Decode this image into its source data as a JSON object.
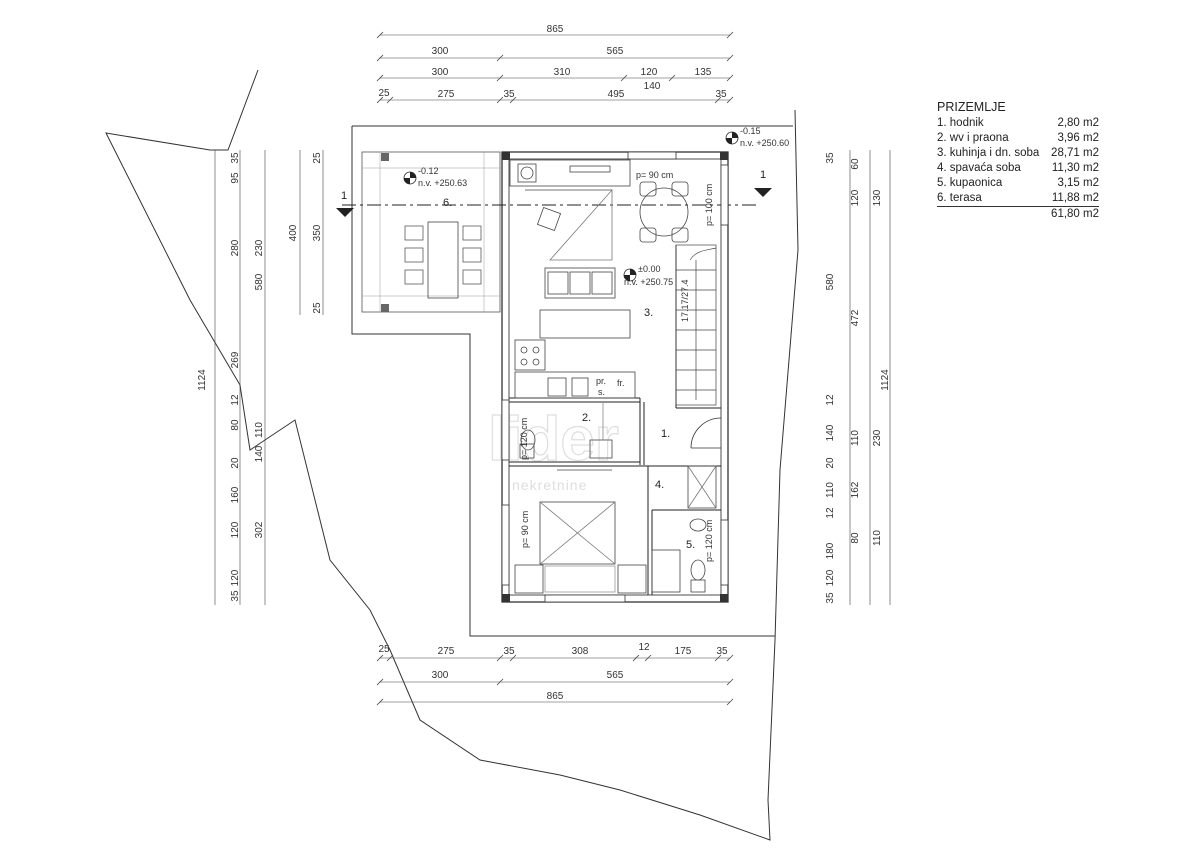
{
  "legend": {
    "title": "PRIZEMLJE",
    "rooms": [
      {
        "name": "1. hodnik",
        "area": "2,80 m2"
      },
      {
        "name": "2. wv i praona",
        "area": "3,96 m2"
      },
      {
        "name": "3. kuhinja i dn. soba",
        "area": "28,71 m2"
      },
      {
        "name": "4. spavaća soba",
        "area": "11,30 m2"
      },
      {
        "name": "5. kupaonica",
        "area": "3,15 m2"
      },
      {
        "name": "6. terasa",
        "area": "11,88 m2"
      }
    ],
    "total": "61,80 m2"
  },
  "top_dims": {
    "row1": [
      "865"
    ],
    "row2": [
      "300",
      "565"
    ],
    "row3": [
      "300",
      "310",
      "120",
      "135"
    ],
    "row3b": [
      "140"
    ],
    "row4": [
      "25",
      "275",
      "35",
      "495",
      "35"
    ]
  },
  "bottom_dims": {
    "row1": [
      "25",
      "275",
      "35",
      "308",
      "12",
      "175",
      "35"
    ],
    "row2": [
      "300",
      "565"
    ],
    "row3": [
      "865"
    ]
  },
  "left_dims": {
    "outer": [
      "1124"
    ],
    "a": [
      "35",
      "95",
      "280",
      "269",
      "12",
      "80",
      "20",
      "160",
      "120",
      "120",
      "35"
    ],
    "b": [
      "230",
      "580",
      "110",
      "140",
      "302"
    ],
    "c": [
      "400"
    ],
    "d": [
      "25",
      "350",
      "25"
    ]
  },
  "right_dims": {
    "outer": [
      "1124"
    ],
    "a": [
      "35",
      "60",
      "120",
      "580",
      "12",
      "140",
      "20",
      "110",
      "12",
      "80",
      "180",
      "120",
      "35"
    ],
    "b": [
      "130",
      "472",
      "110",
      "162",
      "110"
    ],
    "c": [
      "230"
    ]
  },
  "levels": {
    "terrace": [
      "-0.12",
      "n.v. +250.63"
    ],
    "corner": [
      "-0.15",
      "n.v. +250.60"
    ],
    "interior": [
      "±0.00",
      "n.v. +250.75"
    ]
  },
  "section_mark": "1",
  "rooms": {
    "r1": "1.",
    "r2": "2.",
    "r3": "3.",
    "r4": "4.",
    "r5": "5.",
    "r6": "6."
  },
  "door_labels": {
    "kitchen_top": "p= 90 cm",
    "side_100": "p= 100 cm",
    "wc": "p= 120 cm",
    "bedroom": "p= 90 cm",
    "bath": "p= 120 cm"
  },
  "fixture_labels": {
    "pr": "pr.",
    "s": "s.",
    "fr": "fr."
  },
  "stair_label": "17.17/27.4",
  "watermark": [
    "lider",
    "nekretnine"
  ]
}
